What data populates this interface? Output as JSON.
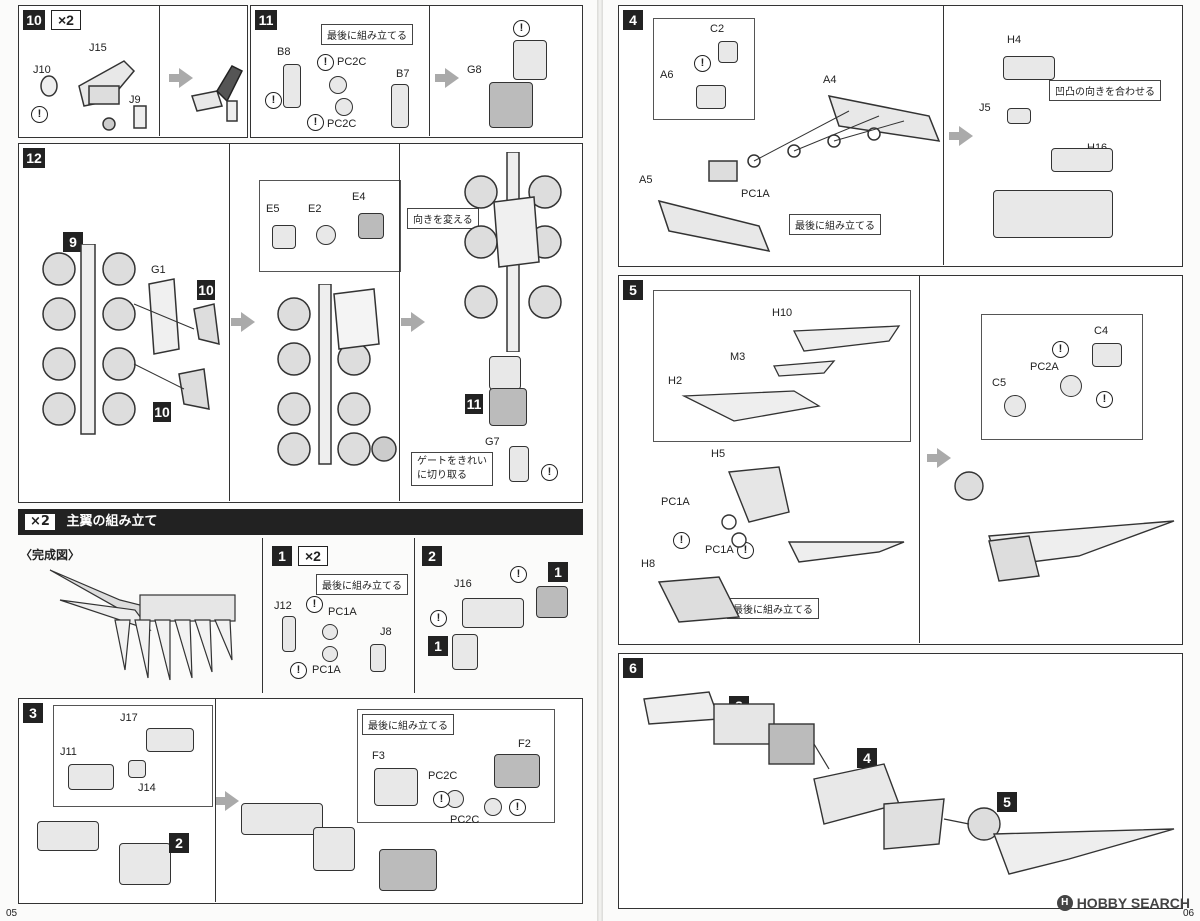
{
  "left_page": {
    "page_number": "05",
    "step10": {
      "num": "10",
      "multiplier": "×2",
      "labels": [
        "J15",
        "J10",
        "J9"
      ]
    },
    "step11": {
      "num": "11",
      "note": "最後に組み立てる",
      "labels": [
        "B8",
        "PC2C",
        "B7",
        "PC2C"
      ]
    },
    "step11b": {
      "labels": [
        "G8"
      ]
    },
    "step12": {
      "num": "12",
      "sub9": "9",
      "labels": [
        "G1",
        "10",
        "10",
        "E5",
        "E2",
        "E4",
        "11",
        "G7"
      ],
      "note_direction": "向きを変える",
      "note_gate": "ゲートをきれい\nに切り取る"
    },
    "section": {
      "tag": "×2",
      "title": "主翼の組み立て"
    },
    "complete_label": "〈完成図〉",
    "step1": {
      "num": "1",
      "multiplier": "×2",
      "note": "最後に組み立てる",
      "labels": [
        "J12",
        "PC1A",
        "J8",
        "PC1A"
      ]
    },
    "step2": {
      "num": "2",
      "labels": [
        "J16",
        "1",
        "1"
      ]
    },
    "step3": {
      "num": "3",
      "labels": [
        "J17",
        "J11",
        "J14",
        "2",
        "F3",
        "F2",
        "PC2C",
        "PC2C"
      ],
      "note": "最後に組み立てる"
    }
  },
  "right_page": {
    "page_number": "06",
    "step4": {
      "num": "4",
      "labels": [
        "C2",
        "A6",
        "A4",
        "A5",
        "PC1A"
      ],
      "note": "最後に組み立てる",
      "labels_right": [
        "H4",
        "J5",
        "H16"
      ],
      "note_align": "凹凸の向きを合わせる"
    },
    "step5": {
      "num": "5",
      "labels": [
        "H10",
        "M3",
        "H2",
        "H5",
        "PC1A",
        "PC1A",
        "H8",
        "C4",
        "PC2A",
        "C5"
      ],
      "note": "最後に組み立てる"
    },
    "step6": {
      "num": "6",
      "labels": [
        "3",
        "4",
        "5"
      ]
    }
  },
  "watermark": {
    "brand": "HOBBY SEARCH",
    "mark": "H"
  }
}
